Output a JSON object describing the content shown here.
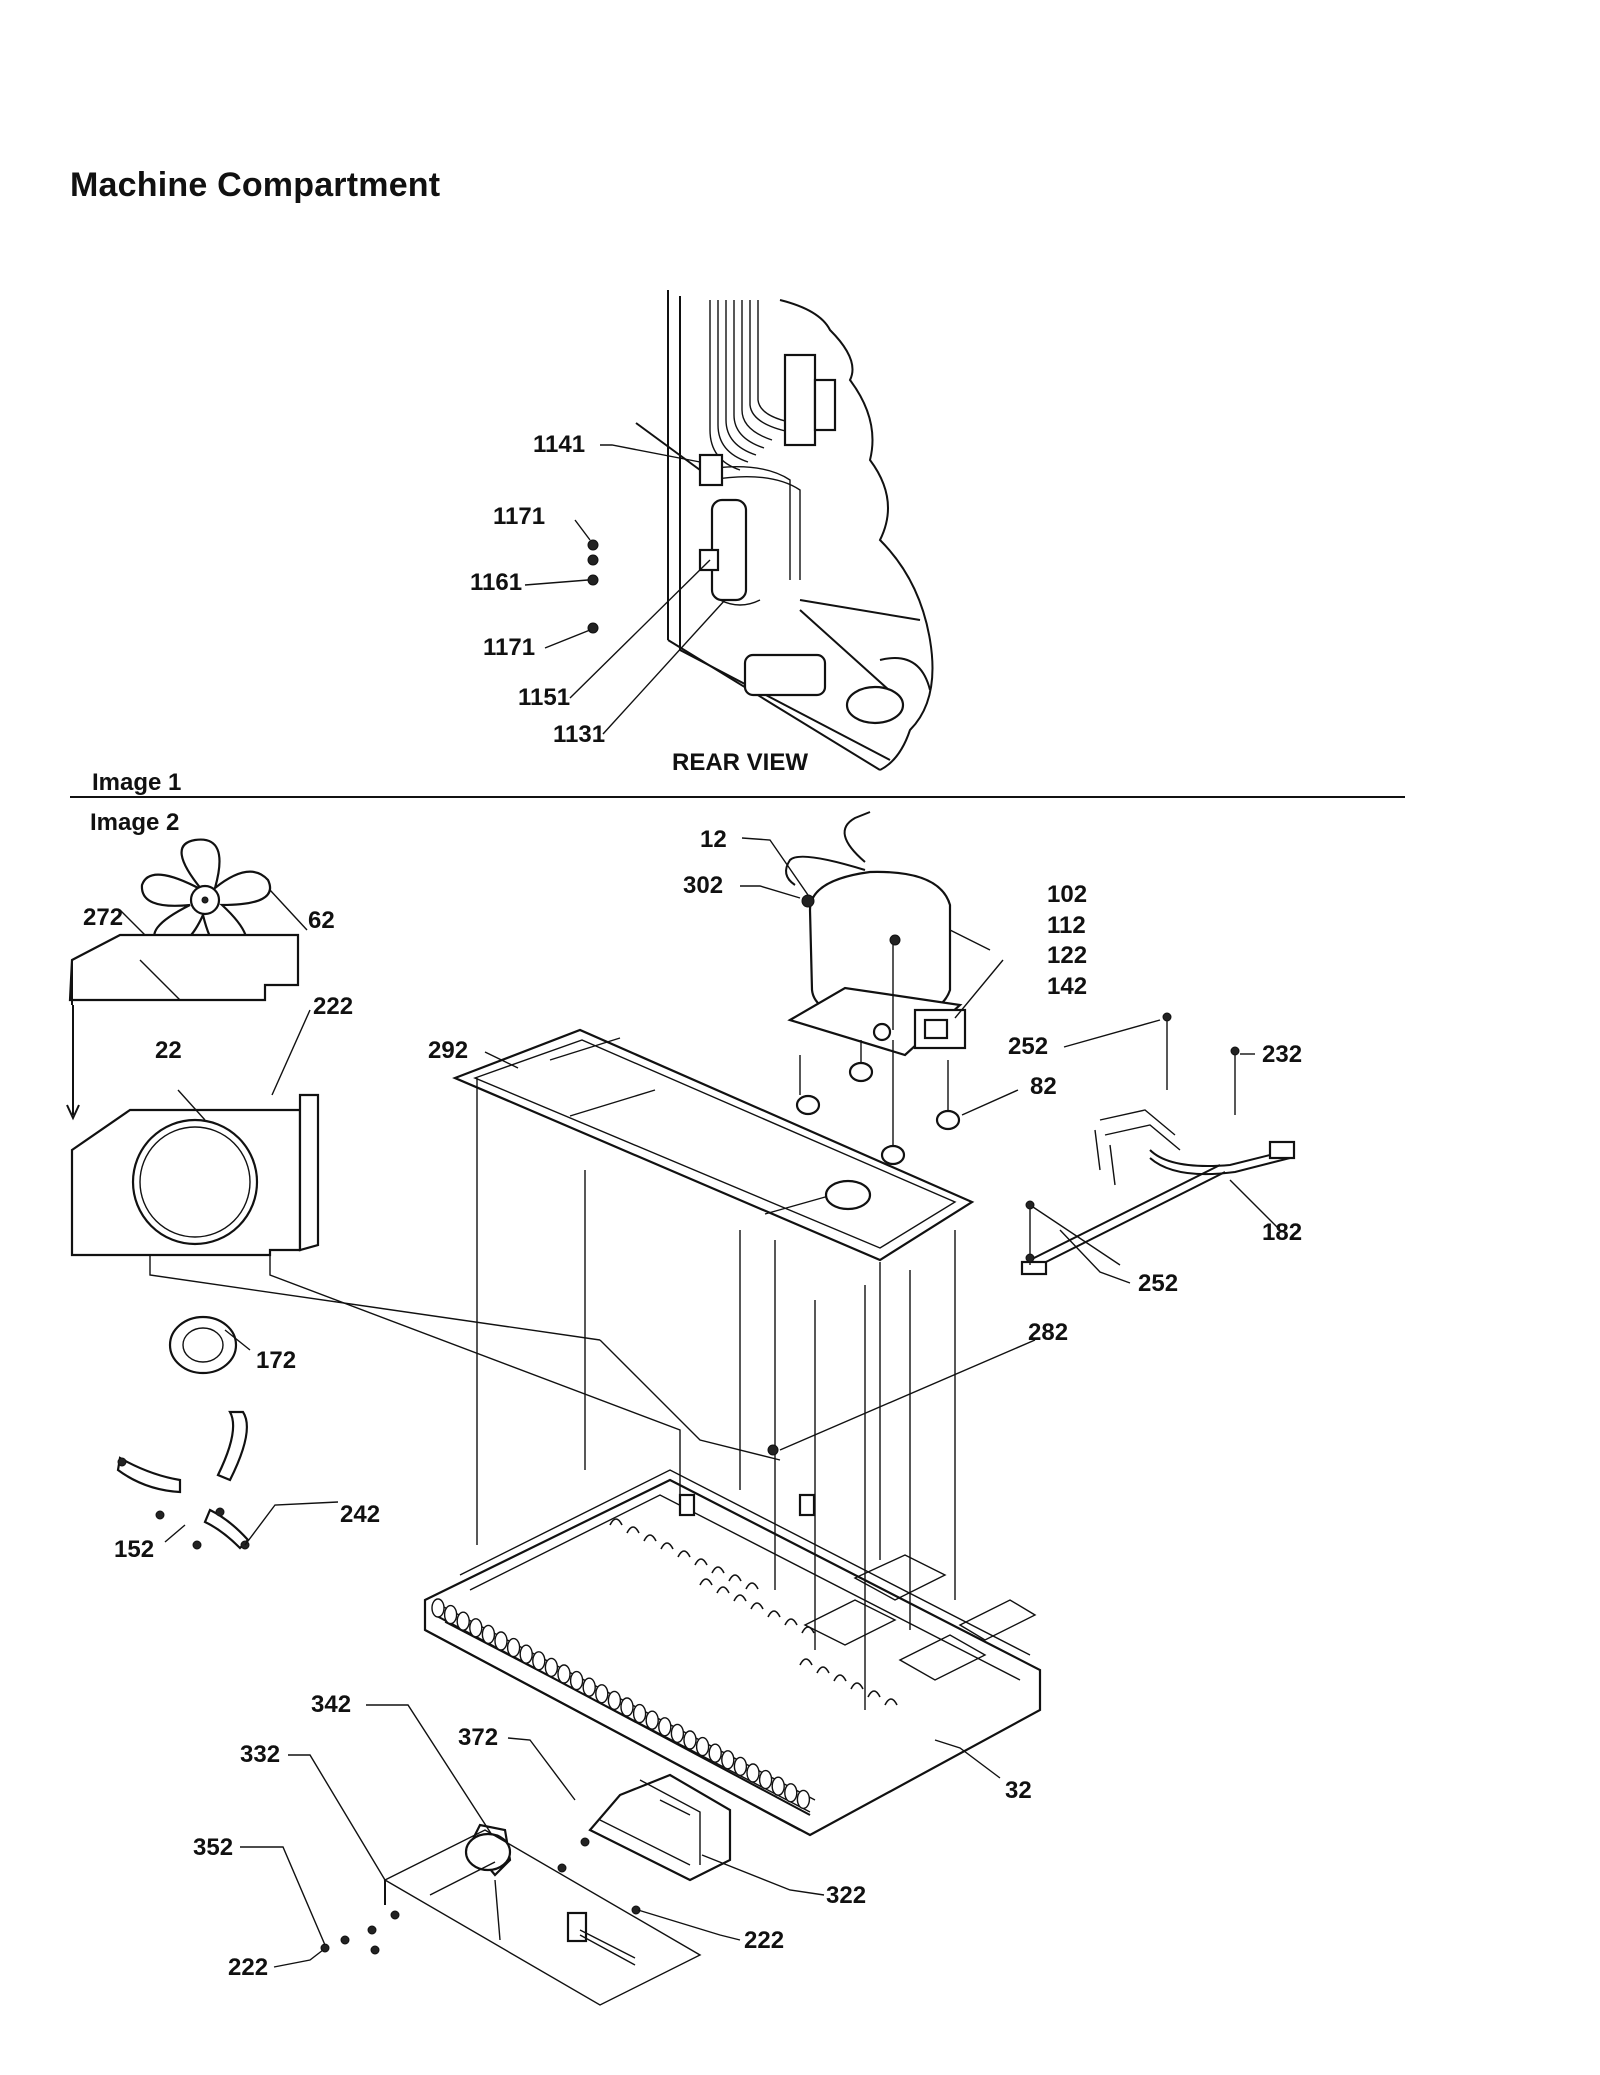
{
  "title": "Machine Compartment",
  "image1": {
    "caption": "Image 1",
    "view_label": "REAR VIEW",
    "callouts": [
      "1141",
      "1171",
      "1161",
      "1171",
      "1151",
      "1131"
    ]
  },
  "image2": {
    "caption": "Image 2",
    "callouts": [
      "12",
      "302",
      "102",
      "112",
      "122",
      "142",
      "272",
      "62",
      "222",
      "22",
      "292",
      "252",
      "232",
      "82",
      "182",
      "252",
      "172",
      "282",
      "242",
      "152",
      "32",
      "342",
      "372",
      "332",
      "352",
      "322",
      "222",
      "222"
    ]
  }
}
